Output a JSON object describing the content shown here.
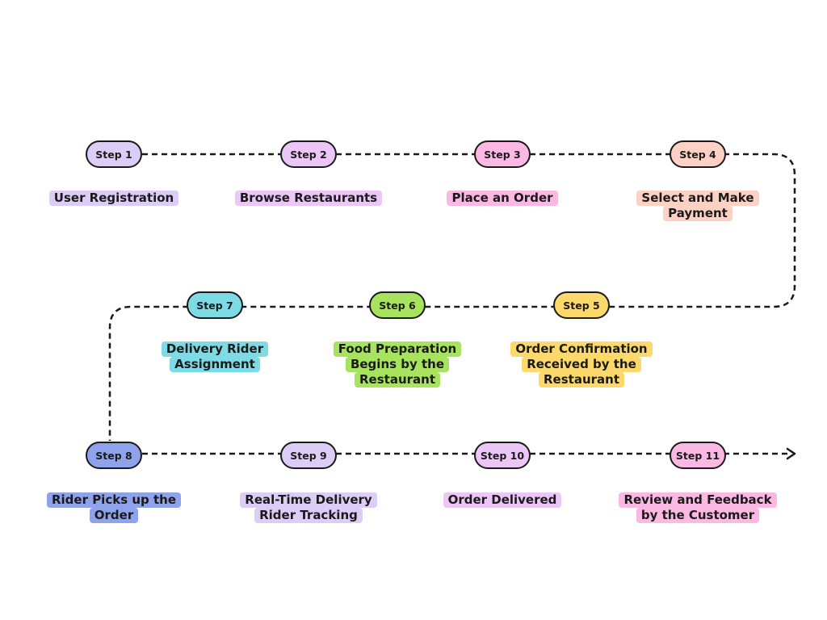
{
  "colors": {
    "lavender": "#dccdf7",
    "violet": "#ecc6f7",
    "pink": "#fbb8e2",
    "peach": "#fdd2c4",
    "yellow": "#fdd86a",
    "green": "#a7e35d",
    "cyan": "#7ddbe5",
    "blue": "#8fa3ec",
    "line": "#1a1a1a"
  },
  "steps": [
    {
      "pill": "Step 1",
      "label": [
        "User Registration"
      ],
      "color": "#dccdf7"
    },
    {
      "pill": "Step 2",
      "label": [
        "Browse Restaurants"
      ],
      "color": "#ecc6f7"
    },
    {
      "pill": "Step 3",
      "label": [
        "Place an Order"
      ],
      "color": "#fbb8e2"
    },
    {
      "pill": "Step 4",
      "label": [
        "Select and Make",
        "Payment"
      ],
      "color": "#fdd2c4"
    },
    {
      "pill": "Step 5",
      "label": [
        "Order Confirmation",
        "Received by the",
        "Restaurant"
      ],
      "color": "#fdd86a"
    },
    {
      "pill": "Step 6",
      "label": [
        "Food Preparation",
        "Begins by the",
        "Restaurant"
      ],
      "color": "#a7e35d"
    },
    {
      "pill": "Step 7",
      "label": [
        "Delivery Rider",
        "Assignment"
      ],
      "color": "#7ddbe5"
    },
    {
      "pill": "Step 8",
      "label": [
        "Rider Picks up the",
        "Order"
      ],
      "color": "#8fa3ec"
    },
    {
      "pill": "Step 9",
      "label": [
        "Real-Time Delivery",
        "Rider Tracking"
      ],
      "color": "#dccdf7"
    },
    {
      "pill": "Step 10",
      "label": [
        "Order Delivered"
      ],
      "color": "#ecc6f7"
    },
    {
      "pill": "Step 11",
      "label": [
        "Review and Feedback",
        "by the Customer"
      ],
      "color": "#fbb8e2"
    }
  ]
}
